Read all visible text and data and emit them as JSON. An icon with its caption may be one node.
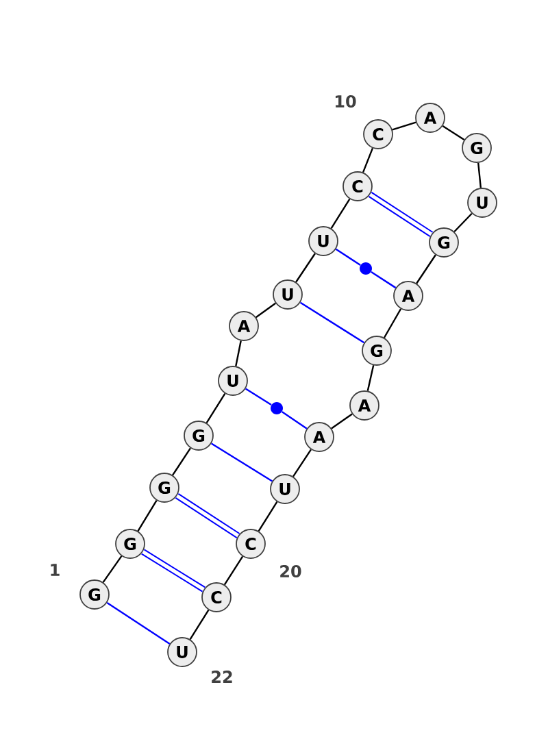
{
  "diagram": {
    "nodes": [
      {
        "text": [
          "G"
        ],
        "beside": [
          "1"
        ]
      },
      {
        "text": [
          "G"
        ]
      },
      {
        "text": [
          "G"
        ]
      },
      {
        "text": [
          "G"
        ]
      },
      {
        "text": [
          "U"
        ]
      },
      {
        "text": [
          "A"
        ]
      },
      {
        "text": [
          "U"
        ]
      },
      {
        "text": [
          "U"
        ]
      },
      {
        "text": [
          "C"
        ]
      },
      {
        "text": [
          "C"
        ],
        "beside": [
          "10"
        ]
      },
      {
        "text": [
          "A"
        ]
      },
      {
        "text": [
          "G"
        ]
      },
      {
        "text": [
          "U"
        ]
      },
      {
        "text": [
          "G"
        ]
      },
      {
        "text": [
          "A"
        ]
      },
      {
        "text": [
          "G"
        ]
      },
      {
        "text": [
          "A"
        ]
      },
      {
        "text": [
          "A"
        ]
      },
      {
        "text": [
          "U"
        ]
      },
      {
        "text": [
          "C"
        ],
        "beside": [
          "20"
        ]
      },
      {
        "text": [
          "C"
        ]
      },
      {
        "text": [
          "U"
        ],
        "beside": [
          "22"
        ]
      },
      {
        "text": [],
        "shape": "circle"
      },
      {
        "text": [],
        "shape": "circle"
      }
    ],
    "edges": [
      {
        "from": 0,
        "to": 1,
        "arrow": "none"
      },
      {
        "from": 1,
        "to": 2,
        "arrow": "none"
      },
      {
        "from": 2,
        "to": 3,
        "arrow": "none"
      },
      {
        "from": 3,
        "to": 4,
        "arrow": "none"
      },
      {
        "from": 4,
        "to": 5,
        "arrow": "none"
      },
      {
        "from": 5,
        "to": 6,
        "arrow": "none"
      },
      {
        "from": 6,
        "to": 7,
        "arrow": "none"
      },
      {
        "from": 7,
        "to": 8,
        "arrow": "none"
      },
      {
        "from": 8,
        "to": 9,
        "arrow": "none"
      },
      {
        "from": 9,
        "to": 10,
        "arrow": "none"
      },
      {
        "from": 10,
        "to": 11,
        "arrow": "none"
      },
      {
        "from": 11,
        "to": 12,
        "arrow": "none"
      },
      {
        "from": 12,
        "to": 13,
        "arrow": "none"
      },
      {
        "from": 13,
        "to": 14,
        "arrow": "none"
      },
      {
        "from": 14,
        "to": 15,
        "arrow": "none"
      },
      {
        "from": 15,
        "to": 16,
        "arrow": "none"
      },
      {
        "from": 16,
        "to": 17,
        "arrow": "none"
      },
      {
        "from": 17,
        "to": 18,
        "arrow": "none"
      },
      {
        "from": 18,
        "to": 19,
        "arrow": "none"
      },
      {
        "from": 19,
        "to": 20,
        "arrow": "none"
      },
      {
        "from": 20,
        "to": 21,
        "arrow": "none"
      },
      {
        "from": 0,
        "to": 21,
        "arrow": "none",
        "color": "#0000ff"
      },
      {
        "from": 1,
        "to": 20,
        "arrow": "none",
        "color": "#0000ff",
        "style": "thick"
      },
      {
        "from": 2,
        "to": 19,
        "arrow": "none",
        "color": "#0000ff",
        "style": "thick"
      },
      {
        "from": 3,
        "to": 18,
        "arrow": "none",
        "color": "#0000ff"
      },
      {
        "from": 4,
        "to": 23,
        "arrow": "none",
        "color": "#0000ff"
      },
      {
        "from": 23,
        "to": 17,
        "arrow": "none",
        "color": "#0000ff"
      },
      {
        "from": 6,
        "to": 15,
        "arrow": "none",
        "color": "#0000ff"
      },
      {
        "from": 7,
        "to": 22,
        "arrow": "none",
        "color": "#0000ff"
      },
      {
        "from": 22,
        "to": 14,
        "arrow": "none",
        "color": "#0000ff"
      },
      {
        "from": 8,
        "to": 13,
        "arrow": "none",
        "color": "#0000ff",
        "style": "thick"
      }
    ]
  }
}
